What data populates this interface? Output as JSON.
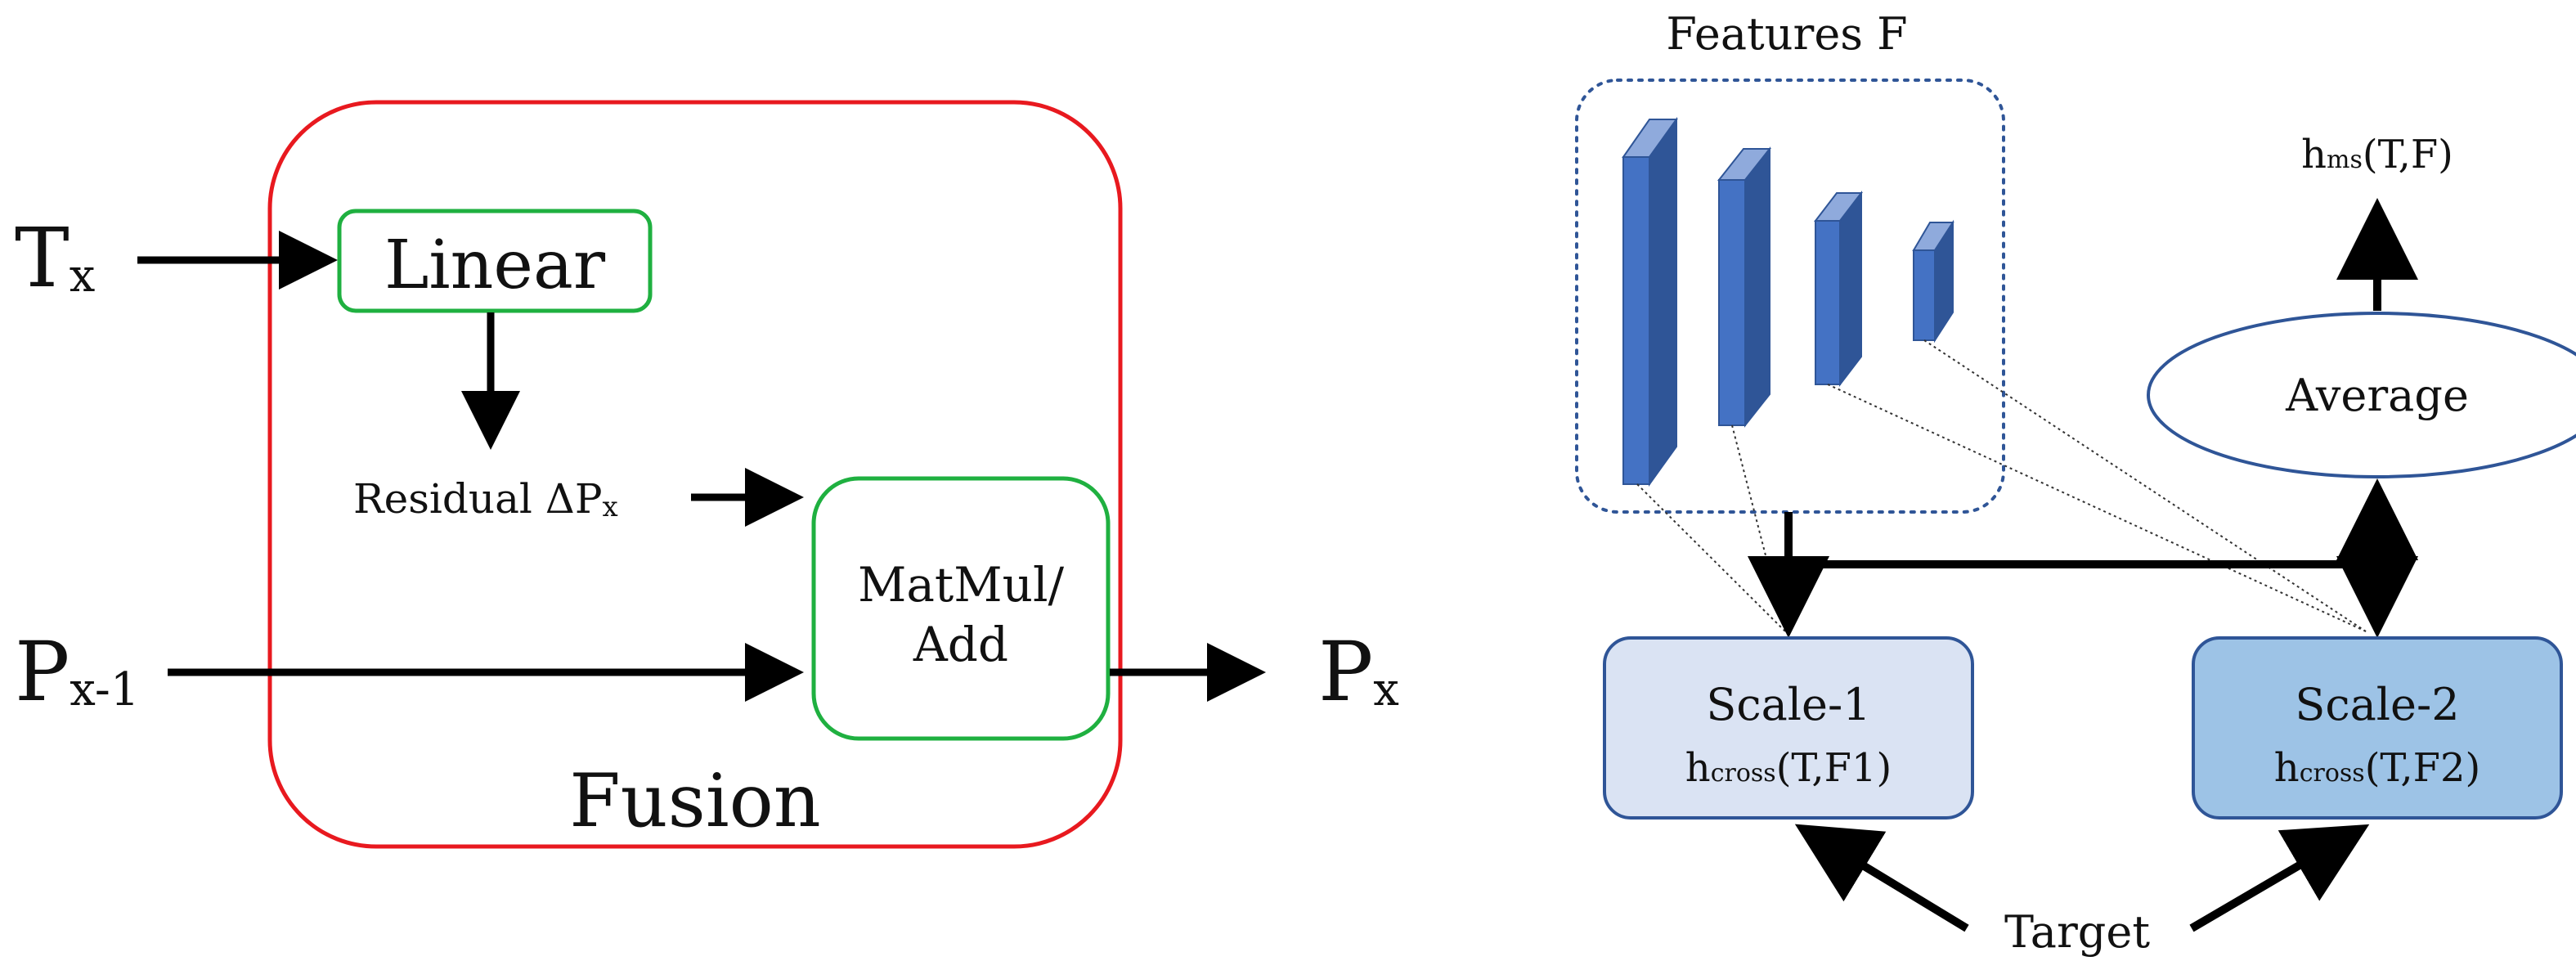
{
  "fusion": {
    "label": "Fusion",
    "input_t": {
      "main": "T",
      "sub": "x"
    },
    "input_p": {
      "main": "P",
      "sub": "x-1"
    },
    "output_p": {
      "main": "P",
      "sub": "x"
    },
    "linear_label": "Linear",
    "residual": {
      "main": "Residual ΔP",
      "sub": "x"
    },
    "matmul_line1": "MatMul/",
    "matmul_line2": "Add",
    "colors": {
      "outer_border": "#e8191f",
      "inner_border": "#1fb040",
      "arrow": "#000000"
    }
  },
  "multiscale": {
    "features_label": "Features F",
    "output": {
      "sub": "h",
      "subscript": "ms",
      "args": "(T,F)"
    },
    "average_label": "Average",
    "scale1": {
      "title": "Scale-1",
      "h": "h",
      "subscript": "cross",
      "args": "(T,F1)"
    },
    "scale2": {
      "title": "Scale-2",
      "h": "h",
      "subscript": "cross",
      "args": "(T,F2)"
    },
    "target_label": "Target",
    "colors": {
      "feature_box_border": "#2f5597",
      "feature_bar": "#4472c4",
      "scale1_fill": "#dae3f3",
      "scale2_fill": "#9dc3e6",
      "scale_border": "#2f5597",
      "ellipse_border": "#2f5597"
    }
  }
}
